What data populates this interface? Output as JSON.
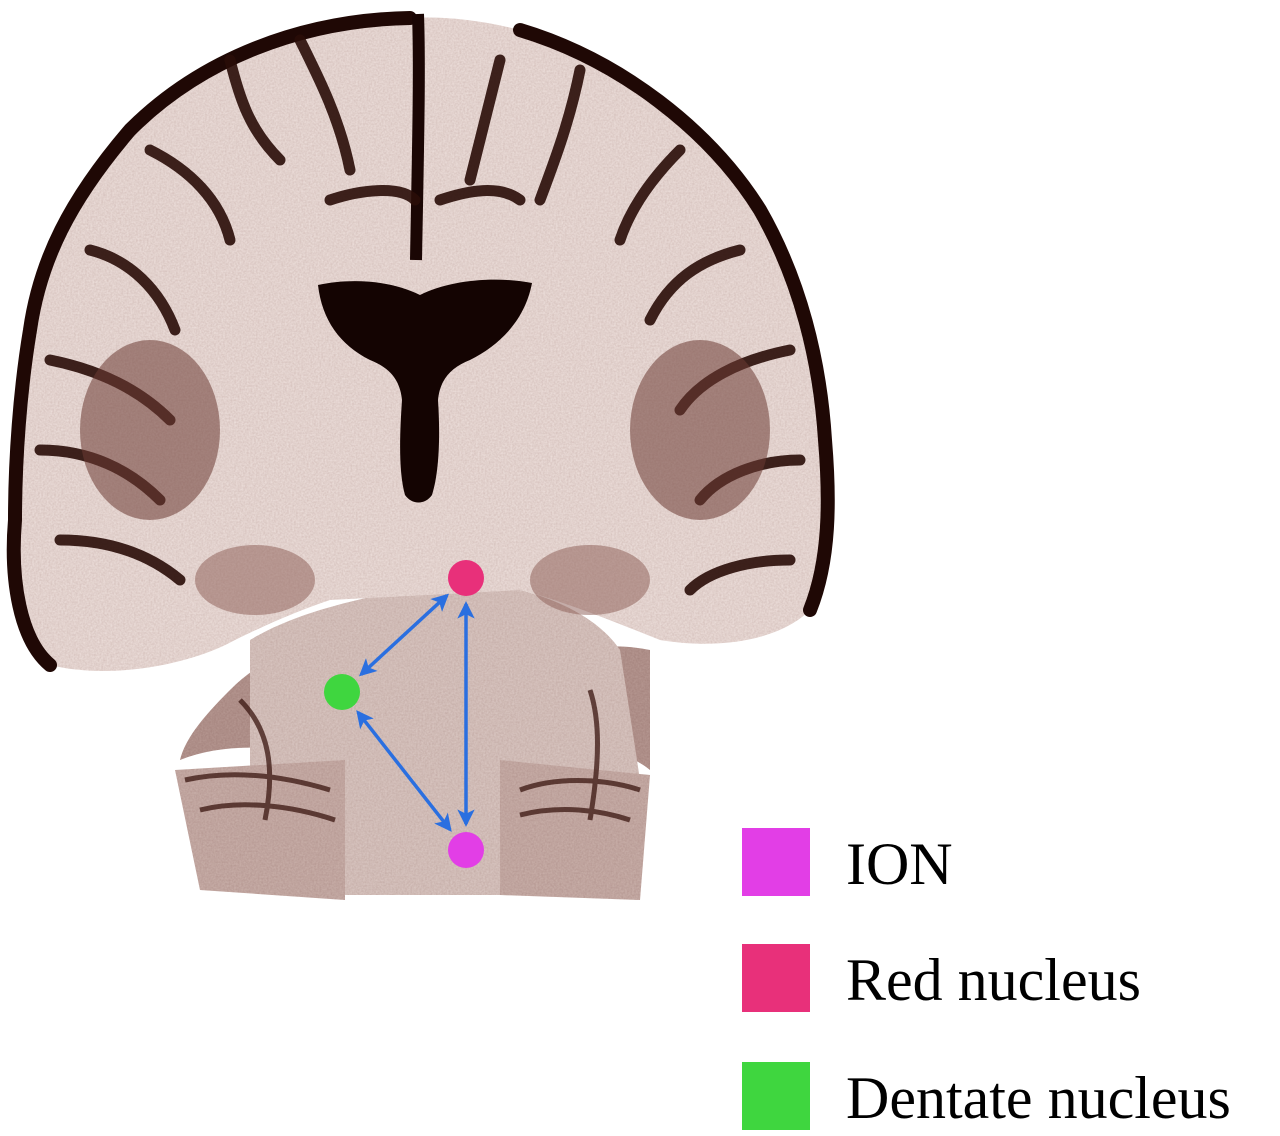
{
  "colors": {
    "ion": "#e23ee6",
    "red_nucleus": "#e8307a",
    "dentate_nucleus": "#3fd63f",
    "arrow": "#2a6fe0",
    "tissue_light": "#f0e4e0",
    "tissue_mid": "#c9ada6",
    "tissue_dark": "#2a0d08"
  },
  "legend": [
    {
      "key": "ion",
      "label": "ION"
    },
    {
      "key": "red_nucleus",
      "label": "Red nucleus"
    },
    {
      "key": "dentate_nucleus",
      "label": "Dentate nucleus"
    }
  ],
  "nodes": [
    {
      "id": "red_nucleus",
      "icon": "red-nucleus-marker"
    },
    {
      "id": "dentate_nucleus",
      "icon": "dentate-nucleus-marker"
    },
    {
      "id": "ion",
      "icon": "ion-marker"
    }
  ],
  "connections": [
    {
      "from": "red_nucleus",
      "to": "dentate_nucleus",
      "direction": "bidirectional"
    },
    {
      "from": "dentate_nucleus",
      "to": "ion",
      "direction": "bidirectional"
    },
    {
      "from": "red_nucleus",
      "to": "ion",
      "direction": "bidirectional"
    }
  ]
}
